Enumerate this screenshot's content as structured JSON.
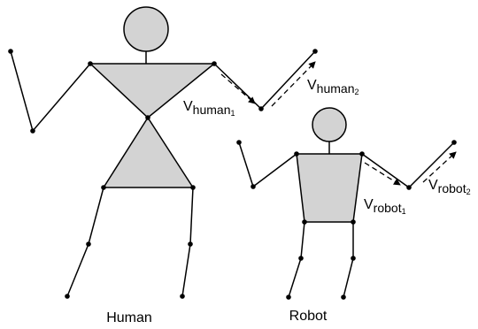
{
  "figures": {
    "human": {
      "caption": "Human"
    },
    "robot": {
      "caption": "Robot"
    }
  },
  "vectors": {
    "human_1": {
      "symbol": "V",
      "subscript": "human",
      "index": "1"
    },
    "human_2": {
      "symbol": "V",
      "subscript": "human",
      "index": "2"
    },
    "robot_1": {
      "symbol": "V",
      "subscript": "robot",
      "index": "1"
    },
    "robot_2": {
      "symbol": "V",
      "subscript": "robot",
      "index": "2"
    }
  },
  "colors": {
    "body_fill": "#d3d3d3",
    "stroke": "#000000"
  }
}
